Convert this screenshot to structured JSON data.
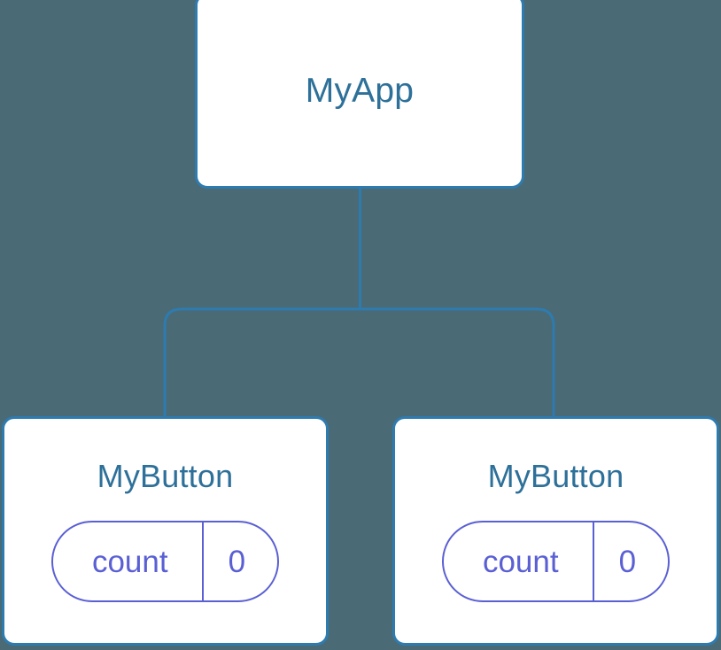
{
  "diagram": {
    "type": "component-tree",
    "background_color": "#4a6a75",
    "node_border_color": "#2e7bb0",
    "node_title_color": "#2d7099",
    "state_accent_color": "#5a5fd4",
    "connector_color": "#2e7bb0",
    "root": {
      "title": "MyApp"
    },
    "children": [
      {
        "title": "MyButton",
        "state": {
          "key": "count",
          "value": "0"
        }
      },
      {
        "title": "MyButton",
        "state": {
          "key": "count",
          "value": "0"
        }
      }
    ]
  }
}
